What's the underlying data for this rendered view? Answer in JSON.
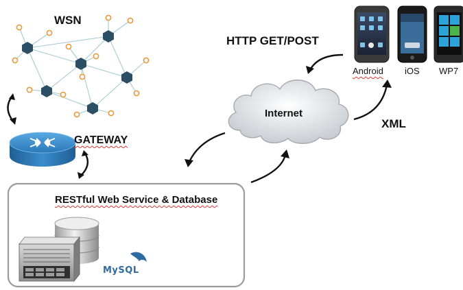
{
  "wsn": {
    "title": "WSN"
  },
  "gateway": {
    "label": "GATEWAY"
  },
  "server": {
    "label": "RESTful Web Service & Database",
    "mysql_logo_text": "MySQL"
  },
  "internet": {
    "label": "Internet"
  },
  "arrows": {
    "http_label": "HTTP GET/POST",
    "xml_label": "XML"
  },
  "phones": [
    {
      "label": "Android"
    },
    {
      "label": "iOS"
    },
    {
      "label": "WP7"
    }
  ],
  "colors": {
    "sensor_node": "#2c4f66",
    "leaf_node": "#e89a3c",
    "wsn_links": "#a6cbd3",
    "router": "#3d8fcc",
    "cloud": "#d9dde2"
  }
}
